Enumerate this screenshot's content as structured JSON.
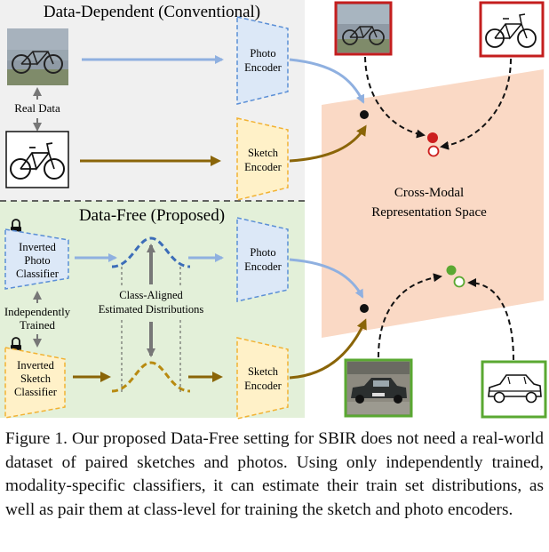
{
  "sections": {
    "top_title": "Data-Dependent (Conventional)",
    "bottom_title": "Data-Free (Proposed)"
  },
  "labels": {
    "real_data": "Real Data",
    "independently_trained_l1": "Independently",
    "independently_trained_l2": "Trained",
    "class_aligned_l1": "Class-Aligned",
    "class_aligned_l2": "Estimated Distributions",
    "space_l1": "Cross-Modal",
    "space_l2": "Representation Space"
  },
  "encoders": {
    "photo_l1": "Photo",
    "photo_l2": "Encoder",
    "sketch_l1": "Sketch",
    "sketch_l2": "Encoder"
  },
  "classifiers": {
    "photo_l1": "Inverted",
    "photo_l2": "Photo",
    "photo_l3": "Classifier",
    "sketch_l1": "Inverted",
    "sketch_l2": "Sketch",
    "sketch_l3": "Classifier"
  },
  "icons": [
    "lock-icon",
    "bicycle-photo",
    "bicycle-sketch",
    "car-photo",
    "car-sketch"
  ],
  "colors": {
    "top_bg": "#f0f0f0",
    "bottom_bg": "#e3f0d9",
    "space_fill": "#fad9c5",
    "photo_fill": "#dce8f7",
    "photo_stroke": "#5b8fd6",
    "sketch_fill": "#fff1c8",
    "sketch_stroke": "#f2b233",
    "photo_arrow": "#8fb0e0",
    "sketch_arrow": "#8a6508",
    "red": "#cc1f1f",
    "green": "#5aa832"
  },
  "caption": "Figure 1. Our proposed Data-Free setting for SBIR does not need a real-world dataset of paired sketches and photos. Using only independently trained, modality-specific classifiers, it can estimate their train set distributions, as well as pair them at class-level for training the sketch and photo encoders."
}
